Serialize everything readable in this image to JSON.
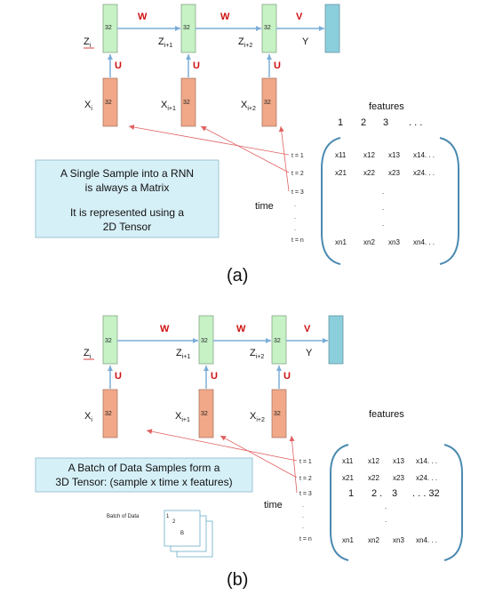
{
  "diagram_a": {
    "cell_size": "32",
    "weights": {
      "w1": "W",
      "w2": "W",
      "v": "V",
      "u": "U"
    },
    "z_labels": [
      {
        "base": "Z",
        "sub": "i"
      },
      {
        "base": "Z",
        "sub": "i+1"
      },
      {
        "base": "Z",
        "sub": "i+2"
      }
    ],
    "y_label": "Y",
    "x_labels": [
      {
        "base": "X",
        "sub": "i"
      },
      {
        "base": "X",
        "sub": "i+1"
      },
      {
        "base": "X",
        "sub": "i+2"
      }
    ],
    "features_title": "features",
    "feature_indices": [
      "1",
      "2",
      "3",
      ". . ."
    ],
    "time_label": "time",
    "time_steps": [
      "t = 1",
      "t = 2",
      "t = 3",
      ".",
      ".",
      ".",
      "t = n"
    ],
    "matrix_rows": [
      [
        "x11",
        "x12",
        "x13",
        "x14. . ."
      ],
      [
        "x21",
        "x22",
        "x23",
        "x24. . ."
      ],
      [
        "",
        "",
        ".",
        ""
      ],
      [
        "",
        "",
        ".",
        ""
      ],
      [
        "",
        "",
        ".",
        ""
      ],
      [
        "xn1",
        "xn2",
        "xn3",
        "xn4. . ."
      ]
    ],
    "note_lines": [
      "A Single Sample into a RNN",
      "is always a Matrix",
      "",
      "It is represented using a",
      "2D Tensor"
    ],
    "caption": "(a)"
  },
  "diagram_b": {
    "cell_size": "32",
    "weights": {
      "w1": "W",
      "w2": "W",
      "v": "V",
      "u": "U"
    },
    "z_labels": [
      {
        "base": "Z",
        "sub": "i"
      },
      {
        "base": "Z",
        "sub": "i+1"
      },
      {
        "base": "Z",
        "sub": "i+2"
      }
    ],
    "y_label": "Y",
    "x_labels": [
      {
        "base": "X",
        "sub": "i"
      },
      {
        "base": "X",
        "sub": "i+1"
      },
      {
        "base": "X",
        "sub": "i+2"
      }
    ],
    "features_title": "features",
    "time_label": "time",
    "time_steps": [
      "t = 1",
      "t = 2",
      "t = 3",
      ".",
      ".",
      ".",
      "t = n"
    ],
    "matrix_rows": [
      [
        "x11",
        "x12",
        "x13",
        "x14. . ."
      ],
      [
        "x21",
        "x22",
        "x23",
        "x24. . ."
      ],
      [
        "1",
        "2 .",
        "3",
        ". . . 32"
      ],
      [
        "",
        "",
        ".",
        ""
      ],
      [
        "",
        "",
        ".",
        ""
      ],
      [
        "xn1",
        "xn2",
        "xn3",
        "xn4. . ."
      ]
    ],
    "note_lines": [
      "A Batch of Data Samples form a",
      "3D Tensor: (sample x time x features)"
    ],
    "batch_label": "Batch of Data",
    "batch_stack": [
      "1",
      "2",
      "B"
    ],
    "caption": "(b)"
  },
  "colors": {
    "z_cell": "#c6f2c6",
    "x_cell": "#f0a888",
    "y_cell": "#8ccfdc",
    "note_box": "#d6f0f8",
    "bracket": "#4a8ab0",
    "arrow": "#7aaed8",
    "pointer": "#e06060",
    "weight_text": "#d01010"
  }
}
